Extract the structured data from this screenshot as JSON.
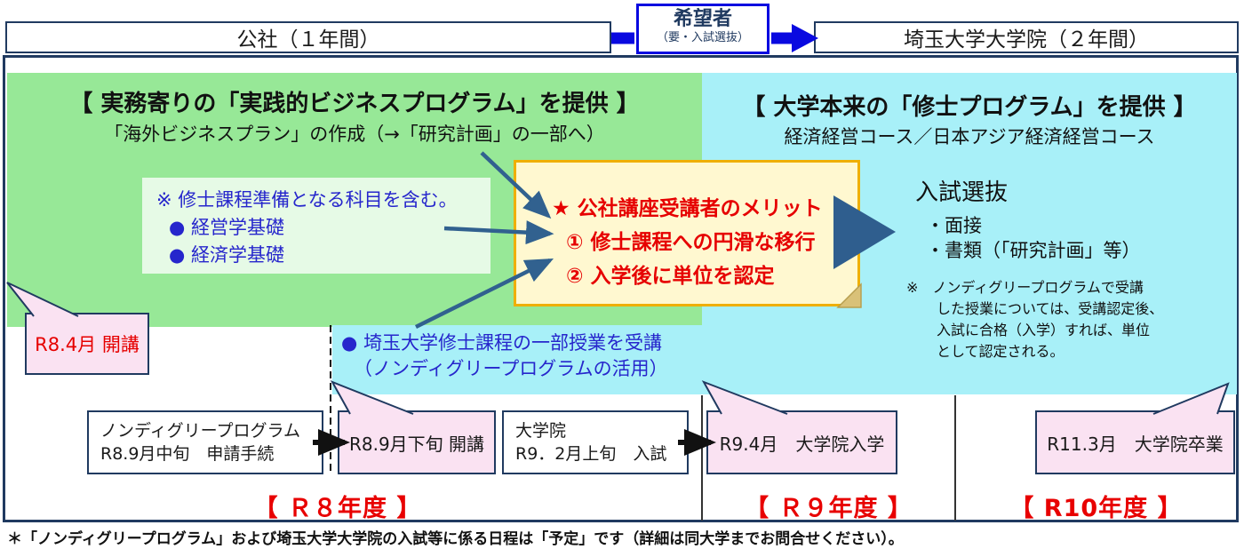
{
  "header": {
    "left_box": "公社（１年間）",
    "middle_box": {
      "title": "希望者",
      "subtitle": "（要・入試選抜）"
    },
    "right_box": "埼玉大学大学院（２年間）"
  },
  "company_section": {
    "title": "【 実務寄りの「実践的ビジネスプログラム」を提供 】",
    "subtitle": "「海外ビジネスプラン」の作成（→「研究計画」の一部へ）",
    "subjects_note": "※ 修士課程準備となる科目を含む。",
    "subjects": [
      "● 経営学基礎",
      "● 経済学基礎"
    ],
    "start_callout": "R8.4月 開講"
  },
  "university_section": {
    "title": "【 大学本来の「修士プログラム」を提供 】",
    "subtitle": "経済経営コース／日本アジア経済経営コース",
    "selection_title": "入試選抜",
    "selection_items": [
      "・面接",
      "・書類（「研究計画」等）"
    ],
    "nd_note_lines": [
      "※　ノンディグリープログラムで受講",
      "した授業については、受講認定後、",
      "入試に合格（入学）すれば、単位",
      "として認定される。"
    ]
  },
  "merit_note": {
    "title": "★ 公社講座受講者のメリット",
    "items": [
      "① 修士課程への円滑な移行",
      "② 入学後に単位を認定"
    ]
  },
  "audit_note": {
    "line1": "● 埼玉大学修士課程の一部授業を受講",
    "line2": "（ノンディグリープログラムの活用）"
  },
  "timeline": {
    "apply_line1": "ノンディグリープログラム",
    "apply_line2": "R8.9月中旬　申請手続",
    "start_label": "R8.9月下旬 開講",
    "exam_line1": "大学院",
    "exam_line2": "R9．2月上旬　入試",
    "enroll_label": "R9.4月　大学院入学",
    "graduate_label": "R11.3月　大学院卒業",
    "years": [
      "【 Ｒ８年度 】",
      "【 Ｒ９年度 】",
      "【 R10年度 】"
    ]
  },
  "footer": {
    "note": "＊「ノンディグリープログラム」および埼玉大学大学院の入試等に係る日程は「予定」です（詳細は同大学までお問合せください）。"
  },
  "colors": {
    "green_bg": "#97E897",
    "inner_green_bg": "#E6FAE6",
    "cyan_bg": "#A8F0F8",
    "yellow_bg": "#FFF8D0",
    "yellow_border": "#EFAF00",
    "pink_bg": "#FAE2F2",
    "navy_border": "#203A60",
    "bright_blue": "#0909E0",
    "red_text": "#E60000",
    "blue_text": "#2626CC",
    "steel_arrow": "#31618F"
  }
}
